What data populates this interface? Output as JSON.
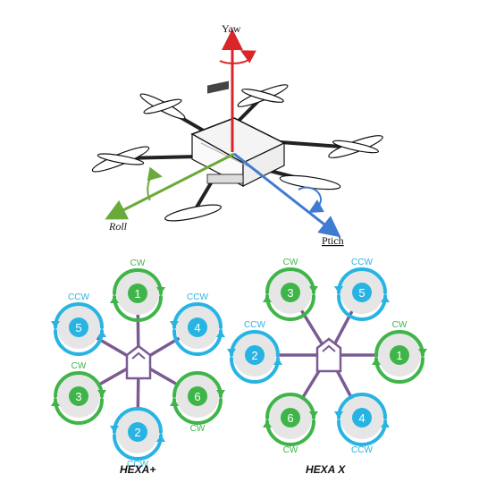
{
  "axes": {
    "yaw_label": "Yaw",
    "roll_label": "Roll",
    "pitch_label": "Ptich",
    "colors": {
      "yaw": "#d9262b",
      "roll": "#6aaa3a",
      "pitch": "#3f7bd0"
    }
  },
  "hexa_plus": {
    "caption": "HEXA+",
    "motors": [
      {
        "num": "1",
        "dir": "CW"
      },
      {
        "num": "4",
        "dir": "CCW"
      },
      {
        "num": "6",
        "dir": "CW"
      },
      {
        "num": "2",
        "dir": "CCW"
      },
      {
        "num": "3",
        "dir": "CW"
      },
      {
        "num": "5",
        "dir": "CCW"
      }
    ]
  },
  "hexa_x": {
    "caption": "HEXA X",
    "motors": [
      {
        "num": "3",
        "dir": "CW"
      },
      {
        "num": "5",
        "dir": "CCW"
      },
      {
        "num": "2",
        "dir": "CCW"
      },
      {
        "num": "1",
        "dir": "CW"
      },
      {
        "num": "6",
        "dir": "CW"
      },
      {
        "num": "4",
        "dir": "CCW"
      }
    ]
  },
  "colors": {
    "cw": "#3fb549",
    "ccw": "#28b4e3",
    "arm": "#7a5b93",
    "disc": "#e6e6e6"
  }
}
